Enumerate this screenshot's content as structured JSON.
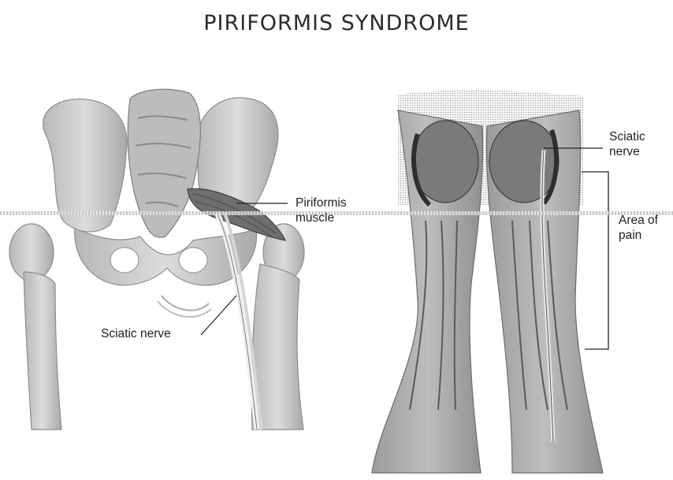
{
  "title": "PIRIFORMIS SYNDROME",
  "labels": {
    "piriformis": [
      "Piriformis",
      "muscle"
    ],
    "sciatic_left": "Sciatic nerve",
    "sciatic_right": [
      "Sciatic",
      "nerve"
    ],
    "pain": [
      "Area of",
      "pain"
    ]
  },
  "colors": {
    "bone": "#c9c9c9",
    "bone_shadow": "#8e8e8e",
    "muscle": "#8a8a8a",
    "muscle_dark": "#454545",
    "nerve": "#e6e6e6"
  }
}
